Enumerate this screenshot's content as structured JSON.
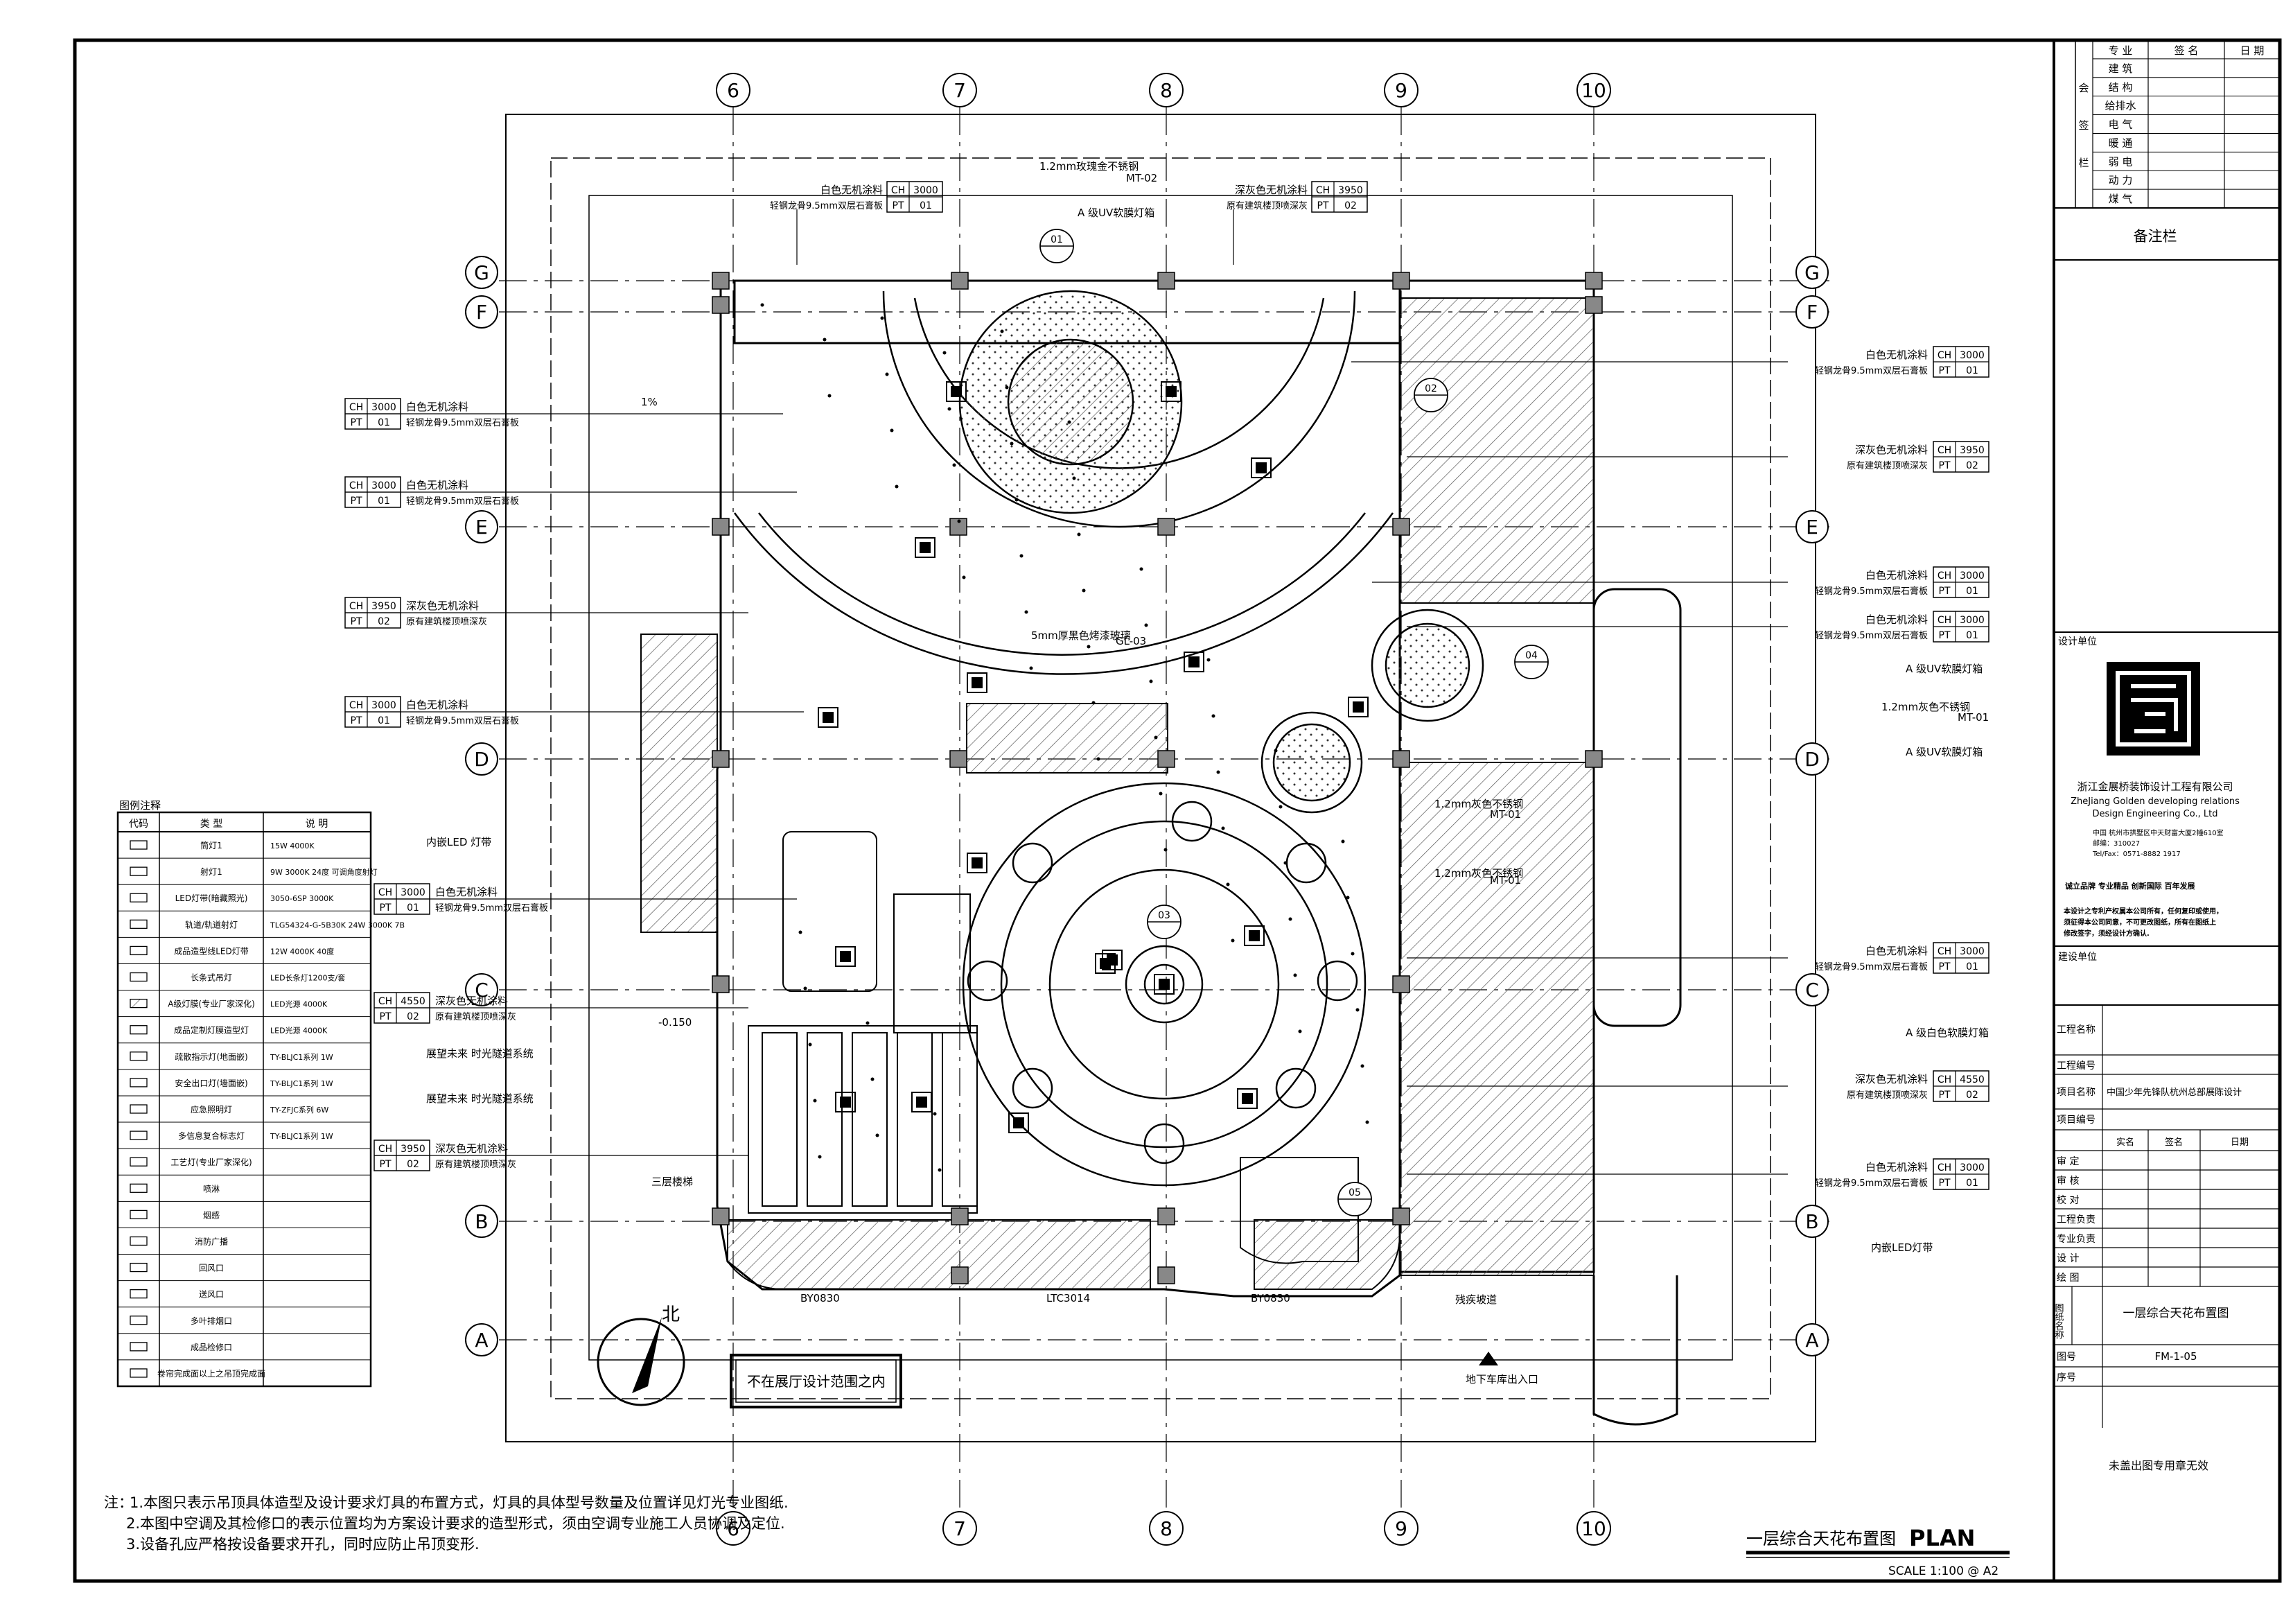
{
  "drawing": {
    "title": "一层综合天花布置图",
    "plan_label": "PLAN",
    "scale": "SCALE 1:100 @ A2"
  },
  "grid": {
    "columns": [
      "6",
      "7",
      "8",
      "9",
      "10"
    ],
    "rows": [
      "G",
      "F",
      "E",
      "D",
      "C",
      "B",
      "A"
    ]
  },
  "callouts_left": [
    {
      "code1": "CH",
      "val1": "3000",
      "code2": "PT",
      "val2": "01",
      "line1": "白色无机涂料",
      "line2": "轻钢龙骨9.5mm双层石膏板"
    },
    {
      "code1": "CH",
      "val1": "3000",
      "code2": "PT",
      "val2": "01",
      "line1": "白色无机涂料",
      "line2": "轻钢龙骨9.5mm双层石膏板"
    },
    {
      "code1": "CH",
      "val1": "3950",
      "code2": "PT",
      "val2": "02",
      "line1": "深灰色无机涂料",
      "line2": "原有建筑楼顶喷深灰"
    },
    {
      "code1": "CH",
      "val1": "3000",
      "code2": "PT",
      "val2": "01",
      "line1": "白色无机涂料",
      "line2": "轻钢龙骨9.5mm双层石膏板"
    },
    {
      "code1": "CH",
      "val1": "3000",
      "code2": "PT",
      "val2": "01",
      "line1": "白色无机涂料",
      "line2": "轻钢龙骨9.5mm双层石膏板"
    },
    {
      "code1": "CH",
      "val1": "4550",
      "code2": "PT",
      "val2": "02",
      "line1": "深灰色无机涂料",
      "line2": "原有建筑楼顶喷深灰"
    },
    {
      "code1": "CH",
      "val1": "3950",
      "code2": "PT",
      "val2": "02",
      "line1": "深灰色无机涂料",
      "line2": "原有建筑楼顶喷深灰"
    }
  ],
  "callouts_right": [
    {
      "code1": "CH",
      "val1": "3000",
      "code2": "PT",
      "val2": "01",
      "line1": "白色无机涂料",
      "line2": "轻钢龙骨9.5mm双层石膏板"
    },
    {
      "code1": "CH",
      "val1": "3950",
      "code2": "PT",
      "val2": "02",
      "line1": "深灰色无机涂料",
      "line2": "原有建筑楼顶喷深灰"
    },
    {
      "code1": "CH",
      "val1": "3000",
      "code2": "PT",
      "val2": "01",
      "line1": "白色无机涂料",
      "line2": "轻钢龙骨9.5mm双层石膏板"
    },
    {
      "code1": "CH",
      "val1": "3000",
      "code2": "PT",
      "val2": "01",
      "line1": "白色无机涂料",
      "line2": "轻钢龙骨9.5mm双层石膏板"
    },
    {
      "code1": "CH",
      "val1": "3000",
      "code2": "PT",
      "val2": "01",
      "line1": "白色无机涂料",
      "line2": "轻钢龙骨9.5mm双层石膏板"
    },
    {
      "code1": "CH",
      "val1": "4550",
      "code2": "PT",
      "val2": "02",
      "line1": "深灰色无机涂料",
      "line2": "原有建筑楼顶喷深灰"
    },
    {
      "code1": "CH",
      "val1": "3000",
      "code2": "PT",
      "val2": "01",
      "line1": "白色无机涂料",
      "line2": "轻钢龙骨9.5mm双层石膏板"
    }
  ],
  "callouts_top": [
    {
      "code1": "CH",
      "val1": "3000",
      "code2": "PT",
      "val2": "01",
      "line1": "白色无机涂料",
      "line2": "轻钢龙骨9.5mm双层石膏板"
    },
    {
      "code1": "CH",
      "val1": "3950",
      "code2": "PT",
      "val2": "02",
      "line1": "深灰色无机涂料",
      "line2": "原有建筑楼顶喷深灰"
    }
  ],
  "notes_plan": {
    "uv_box_top": "A 级UV软膜灯箱",
    "mt02": "1.2mm玫瑰金不锈钢",
    "mt02_tag": "MT-02",
    "gl03_text": "5mm厚黑色烤漆玻璃",
    "gl03_tag": "GL-03",
    "uv_box_r1": "A 级UV软膜灯箱",
    "mt01_text": "1.2mm灰色不锈钢",
    "mt01_tag": "MT-01",
    "uv_box_r2": "A 级UV软膜灯箱",
    "ss_grey1": "1.2mm灰色不锈钢",
    "ss_grey2": "1.2mm灰色不锈钢",
    "mt01b": "MT-01",
    "mt01c": "MT-01",
    "led_strip": "内嵌LED 灯带",
    "tunnel1": "展望未来 时光隧道系统",
    "tunnel2": "展望未来 时光隧道系统",
    "white_box": "A 级白色软膜灯箱",
    "led_strip_r": "内嵌LED灯带",
    "level": "-0.150",
    "slope": "1%",
    "by_left": "BY0830",
    "ltc": "LTC3014",
    "by_right": "BY0830",
    "not_in_scope": "不在展厅设计范围之内",
    "entrance": "地下车库出入口",
    "ramp": "残疾坡道",
    "stairs": "三层楼梯",
    "north": "北"
  },
  "detail_tags": [
    "01",
    "02",
    "03",
    "04",
    "05"
  ],
  "legend": {
    "title": "图例注释",
    "headers": [
      "代码",
      "类  型",
      "说  明"
    ],
    "rows": [
      [
        "筒灯1",
        "15W 4000K"
      ],
      [
        "射灯1",
        "9W  3000K 24度 可调角度射灯"
      ],
      [
        "LED灯带(暗藏照光)",
        "3050-6SP 3000K"
      ],
      [
        "轨道/轨道射灯",
        "TLG54324-G-5B30K 24W 3000K 7B"
      ],
      [
        "成品造型线LED灯带",
        "12W 4000K 40度"
      ],
      [
        "长条式吊灯",
        "LED长条灯1200支/套"
      ],
      [
        "A级灯膜(专业厂家深化)",
        "LED光源 4000K"
      ],
      [
        "成品定制灯膜造型灯",
        "LED光源 4000K"
      ],
      [
        "疏散指示灯(地面嵌)",
        "TY-BLJC1系列 1W"
      ],
      [
        "安全出口灯(墙面嵌)",
        "TY-BLJC1系列 1W"
      ],
      [
        "应急照明灯",
        "TY-ZFJC系列 6W"
      ],
      [
        "多信息复合标志灯",
        "TY-BLJC1系列 1W"
      ],
      [
        "工艺灯(专业厂家深化)",
        ""
      ],
      [
        "喷淋",
        ""
      ],
      [
        "烟感",
        ""
      ],
      [
        "消防广播",
        ""
      ],
      [
        "回风口",
        ""
      ],
      [
        "送风口",
        ""
      ],
      [
        "多叶排烟口",
        ""
      ],
      [
        "成品检修口",
        ""
      ],
      [
        "卷帘完成面以上之吊顶完成面",
        ""
      ]
    ]
  },
  "notes": {
    "prefix": "注：",
    "n1": "1.本图只表示吊顶具体造型及设计要求灯具的布置方式，灯具的具体型号数量及位置详见灯光专业图纸.",
    "n2": "2.本图中空调及其检修口的表示位置均为方案设计要求的造型形式，须由空调专业施工人员协调及定位.",
    "n3": "3.设备孔应严格按设备要求开孔，同时应防止吊顶变形."
  },
  "title_block": {
    "sign_headers": [
      "专  业",
      "签  名",
      "日  期"
    ],
    "side_labels": [
      "会",
      "签",
      "栏"
    ],
    "disciplines": [
      "建  筑",
      "结  构",
      "给排水",
      "电  气",
      "暖  通",
      "弱  电",
      "动  力",
      "煤  气"
    ],
    "remarks": "备注栏",
    "design_unit": "设计单位",
    "company_cn": "浙江金展桥装饰设计工程有限公司",
    "company_en1": "ZheJiang Golden developing relations",
    "company_en2": "Design Engineering Co., Ltd",
    "addr1": "中国  杭州市拱墅区中天财富大厦2幢610室",
    "addr2": "邮编：310027",
    "addr3": "Tel/Fax：0571-8882 1917",
    "slogan": "诚立品牌   专业精品   创新国际   百年发展",
    "copyright1": "本设计之专利产权属本公司所有，任何复印或使用，",
    "copyright2": "须征得本公司同意，不可更改图纸，所有在图纸上",
    "copyright3": "修改签字，须经设计方确认.",
    "build_unit": "建设单位",
    "project_name": "工程名称",
    "project_no": "工程编号",
    "item_name": "项目名称",
    "item_value": "中国少年先锋队杭州总部展陈设计",
    "item_no": "项目编号",
    "sign_cols": [
      "实名",
      "签名",
      "日期"
    ],
    "roles": [
      "审  定",
      "审  核",
      "校  对",
      "工程负责",
      "专业负责",
      "设  计",
      "绘  图"
    ],
    "drawing_name_label": "图纸名称",
    "drawing_name": "一层综合天花布置图",
    "sheet_no_label": "图号",
    "sheet_no": "FM-1-05",
    "seq_label": "序号",
    "stamp_note": "未盖出图专用章无效"
  }
}
